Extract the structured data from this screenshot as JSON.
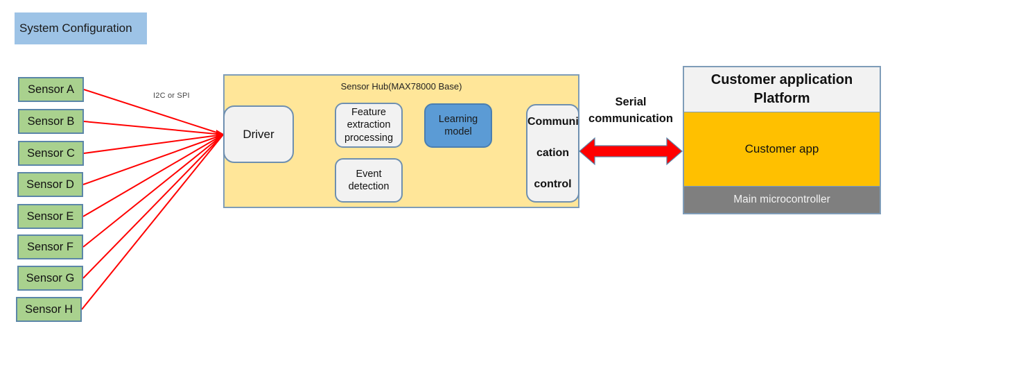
{
  "title": "System Configuration",
  "bus_label": "I2C or SPI",
  "sensors": [
    {
      "label": "Sensor A"
    },
    {
      "label": "Sensor B"
    },
    {
      "label": "Sensor C"
    },
    {
      "label": "Sensor D"
    },
    {
      "label": "Sensor E"
    },
    {
      "label": "Sensor F"
    },
    {
      "label": "Sensor G"
    },
    {
      "label": "Sensor H"
    }
  ],
  "sensor_hub": {
    "label": "Sensor Hub(MAX78000 Base)",
    "driver": "Driver",
    "feature_extraction": "Feature\nextraction\nprocessing",
    "learning_model": "Learning\nmodel",
    "event_detection": "Event\ndetection",
    "communication_control": [
      "Communi",
      "cation",
      "control"
    ]
  },
  "link": {
    "label": "Serial\ncommunication"
  },
  "customer_platform": {
    "header": "Customer application\nPlatform",
    "app": "Customer app",
    "controller": "Main microcontroller"
  },
  "colors": {
    "sensor_fill": "#A9D18E",
    "hub_fill": "#FFE699",
    "learning_fill": "#5B9BD5",
    "app_fill": "#FFC000",
    "controller_fill": "#7F7F7F",
    "title_fill": "#9DC3E6",
    "data_flow": "#FF0000",
    "event_flow": "#2E75B6"
  }
}
